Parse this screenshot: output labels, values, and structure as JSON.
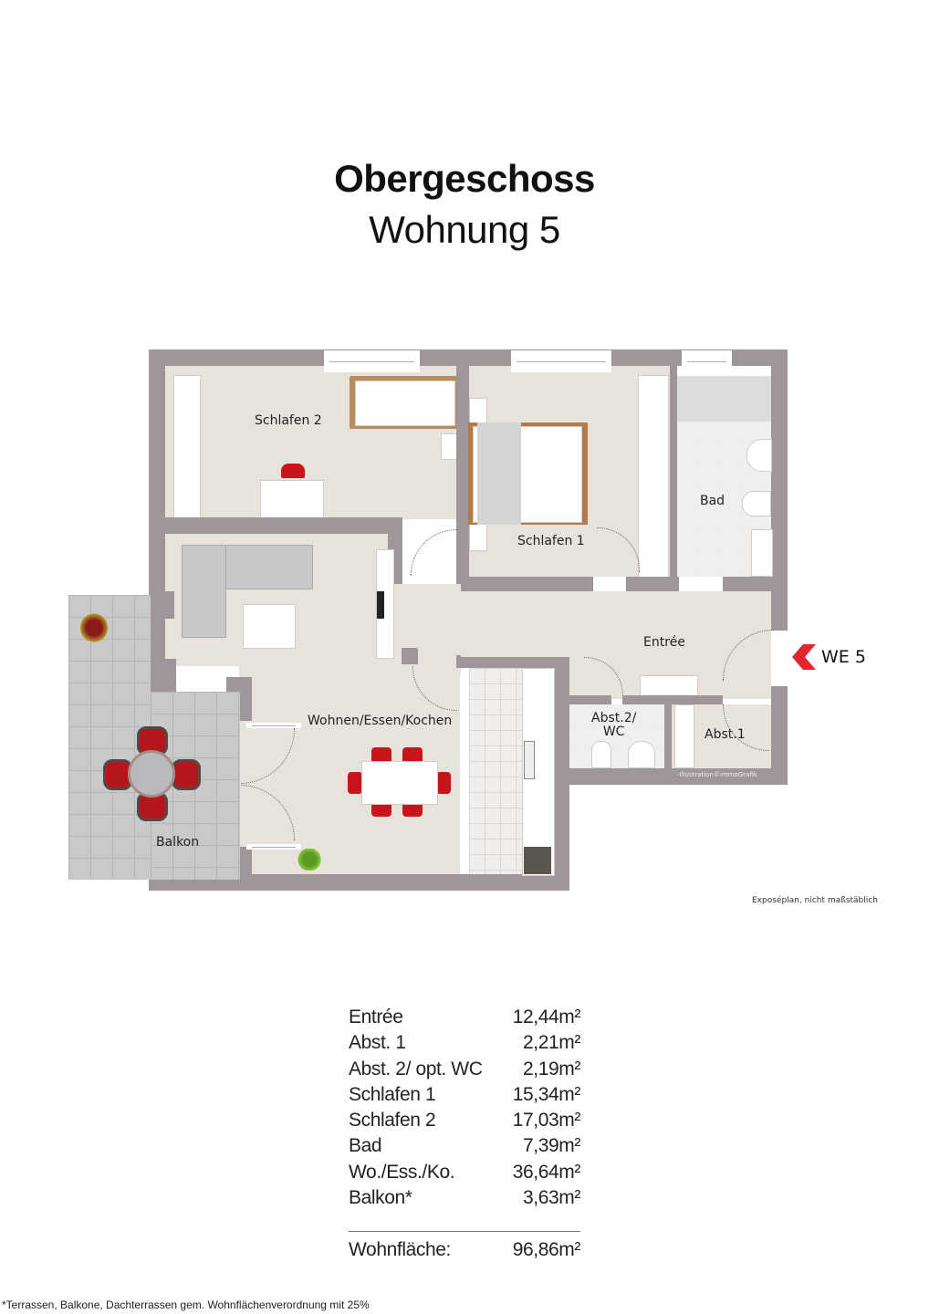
{
  "header": {
    "floor": "Obergeschoss",
    "unit": "Wohnung 5"
  },
  "plan": {
    "rooms": [
      {
        "id": "schlafen2",
        "label": "Schlafen 2"
      },
      {
        "id": "schlafen1",
        "label": "Schlafen 1"
      },
      {
        "id": "bad",
        "label": "Bad"
      },
      {
        "id": "wohnen",
        "label": "Wohnen/Essen/Kochen"
      },
      {
        "id": "entree",
        "label": "Entrée"
      },
      {
        "id": "abst2",
        "label": "Abst.2/\nWC"
      },
      {
        "id": "abst1",
        "label": "Abst.1"
      },
      {
        "id": "balkon",
        "label": "Balkon"
      }
    ],
    "entrance_marker": {
      "label": "WE 5",
      "icon": "red-chevron-left-icon",
      "color": "#e3262e"
    },
    "credit": "-Illustration©immoGrafik",
    "scale_note": "Exposéplan, nicht maßstäblich",
    "colors": {
      "wall": "#9e9698",
      "floor": "#e7e3dc",
      "accent": "#e3262e"
    }
  },
  "areas": {
    "rows": [
      {
        "room": "Entrée",
        "area": "12,44m²"
      },
      {
        "room": "Abst. 1",
        "area": "2,21m²"
      },
      {
        "room": "Abst. 2/ opt. WC",
        "area": "2,19m²"
      },
      {
        "room": "Schlafen 1",
        "area": "15,34m²"
      },
      {
        "room": "Schlafen 2",
        "area": "17,03m²"
      },
      {
        "room": "Bad",
        "area": "7,39m²"
      },
      {
        "room": "Wo./Ess./Ko.",
        "area": "36,64m²"
      },
      {
        "room": "Balkon*",
        "area": "3,63m²"
      }
    ],
    "total": {
      "label": "Wohnfläche:",
      "area": "96,86m²"
    }
  },
  "footnote": "*Terrassen, Balkone, Dachterrassen gem. Wohnflächenverordnung mit 25%"
}
